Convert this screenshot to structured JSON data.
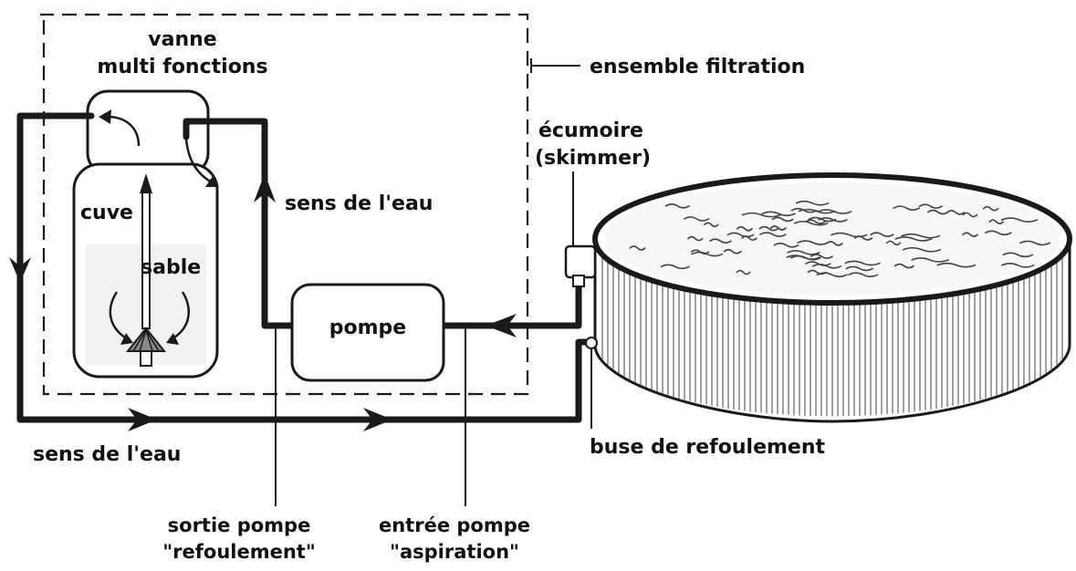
{
  "labels": {
    "valve": [
      "vanne",
      "multi fonctions"
    ],
    "filter_assembly": "ensemble filtration",
    "skimmer": [
      "écumoire",
      "(skimmer)"
    ],
    "water_direction_top": "sens de l'eau",
    "tank": "cuve",
    "sand": "sable",
    "pump": "pompe",
    "water_direction_bottom": "sens de l'eau",
    "return_nozzle": "buse de refoulement",
    "pump_outlet": [
      "sortie pompe",
      "\"refoulement\""
    ],
    "pump_inlet": [
      "entrée pompe",
      "\"aspiration\""
    ]
  },
  "colors": {
    "ink": "#1a1a1a",
    "background": "#ffffff"
  }
}
